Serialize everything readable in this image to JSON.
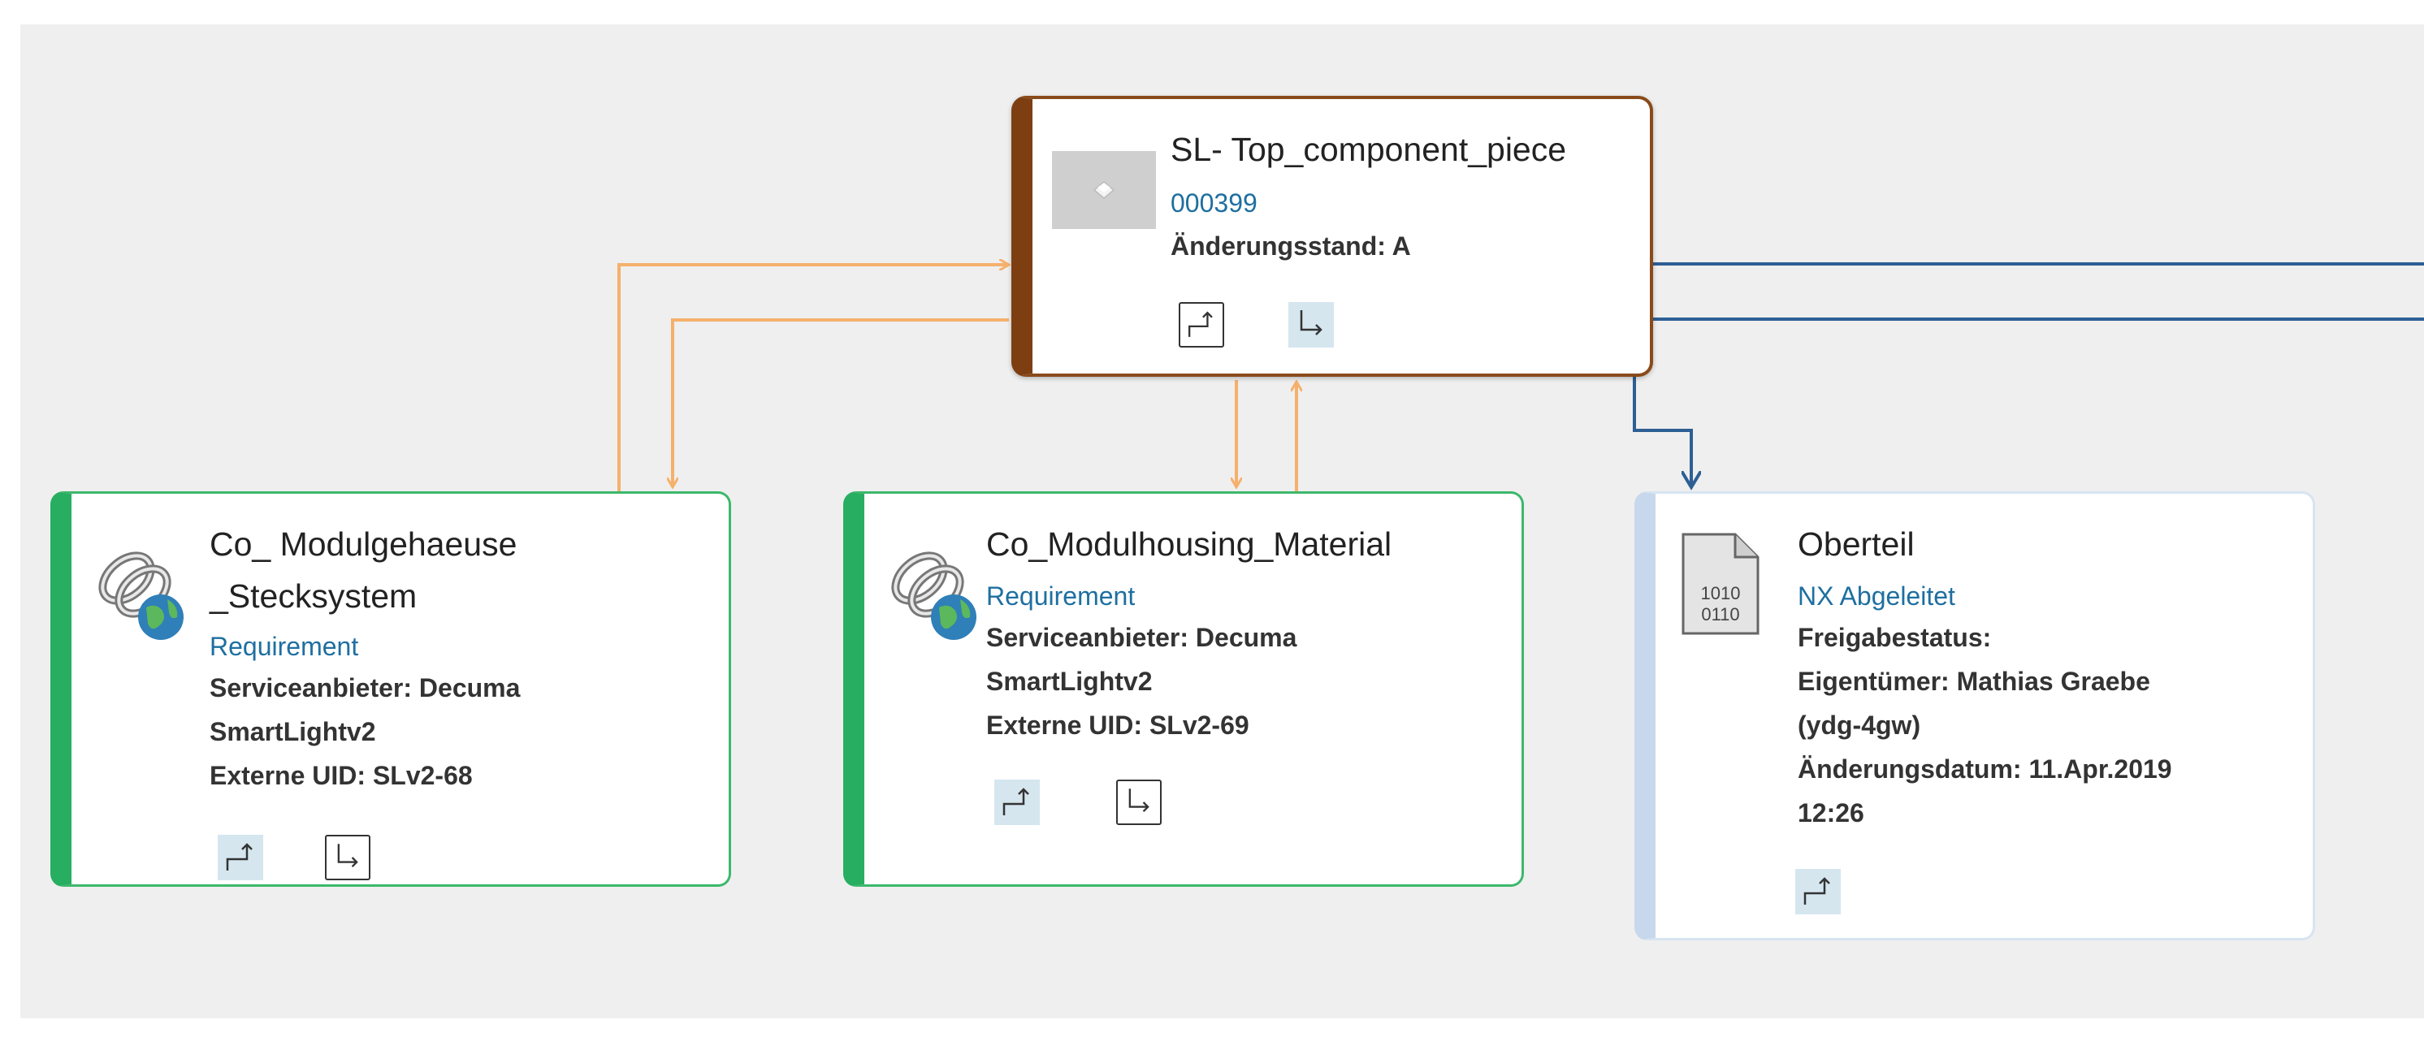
{
  "colors": {
    "background": "#efefef",
    "selected_border": "#7d3f12",
    "requirement_accent": "#27ae60",
    "dataset_accent": "#c8d8ec",
    "relation_orange": "#f5b16c",
    "relation_blue": "#2d5f94",
    "link_text": "#1e6fa0"
  },
  "top_node": {
    "icon": "part-thumbnail-icon",
    "title": "SL- Top_component_piece",
    "id": "000399",
    "revision": "Änderungsstand: A",
    "buttons": [
      "expand-up-icon",
      "expand-down-icon"
    ]
  },
  "left_node": {
    "icon": "web-link-requirement-icon",
    "title_line1": "Co_ Modulgehaeuse",
    "title_line2": "_Stecksystem",
    "type": "Requirement",
    "provider_line1": "Serviceanbieter: Decuma",
    "provider_line2": "SmartLightv2",
    "external_uid": "Externe UID: SLv2-68",
    "buttons": [
      "expand-up-icon",
      "expand-down-icon"
    ]
  },
  "mid_node": {
    "icon": "web-link-requirement-icon",
    "title": "Co_Modulhousing_Material",
    "type": "Requirement",
    "provider_line1": "Serviceanbieter: Decuma",
    "provider_line2": "SmartLightv2",
    "external_uid": "Externe UID: SLv2-69",
    "buttons": [
      "expand-up-icon",
      "expand-down-icon"
    ]
  },
  "right_node": {
    "icon": "binary-file-icon",
    "icon_text_line1": "1010",
    "icon_text_line2": "0110",
    "title": "Oberteil",
    "type": "NX Abgeleitet",
    "release_status": "Freigabestatus:",
    "owner_line1": "Eigentümer: Mathias Graebe",
    "owner_line2": "(ydg-4gw)",
    "date_line1": "Änderungsdatum: 11.Apr.2019",
    "date_line2": "12:26",
    "buttons": [
      "expand-up-icon"
    ]
  }
}
